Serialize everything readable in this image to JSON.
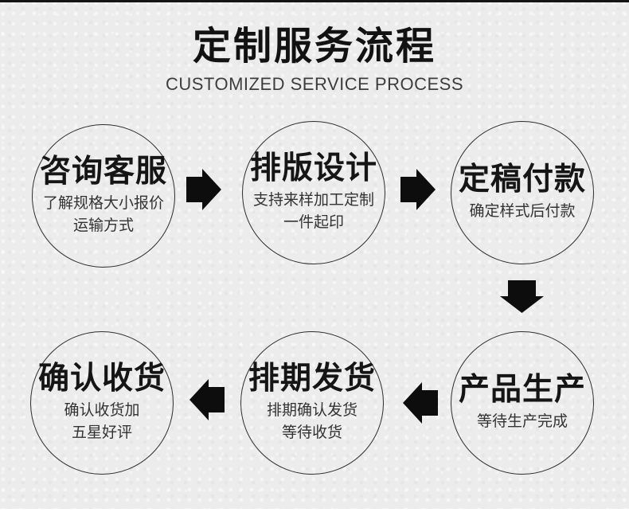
{
  "header": {
    "title": "定制服务流程",
    "subtitle": "CUSTOMIZED SERVICE PROCESS"
  },
  "steps": [
    {
      "title": "咨询客服",
      "desc": [
        "了解规格大小报价",
        "运输方式"
      ]
    },
    {
      "title": "排版设计",
      "desc": [
        "支持来样加工定制",
        "一件起印"
      ]
    },
    {
      "title": "定稿付款",
      "desc": [
        "确定样式后付款"
      ]
    },
    {
      "title": "产品生产",
      "desc": [
        "等待生产完成"
      ]
    },
    {
      "title": "排期发货",
      "desc": [
        "排期确认发货",
        "等待收货"
      ]
    },
    {
      "title": "确认收货",
      "desc": [
        "确认收货加",
        "五星好评"
      ]
    }
  ],
  "icons": {
    "arrow_right": "solid-right-arrow",
    "arrow_left": "solid-left-arrow",
    "arrow_down": "solid-down-arrow"
  },
  "colors": {
    "background": "#ececec",
    "top_bar": "#141414",
    "bottom_strip": "#ffffff",
    "arrow": "#0d0d0d",
    "circle_border": "#2e2e2e",
    "title_text": "#121212",
    "desc_text": "#333333"
  }
}
